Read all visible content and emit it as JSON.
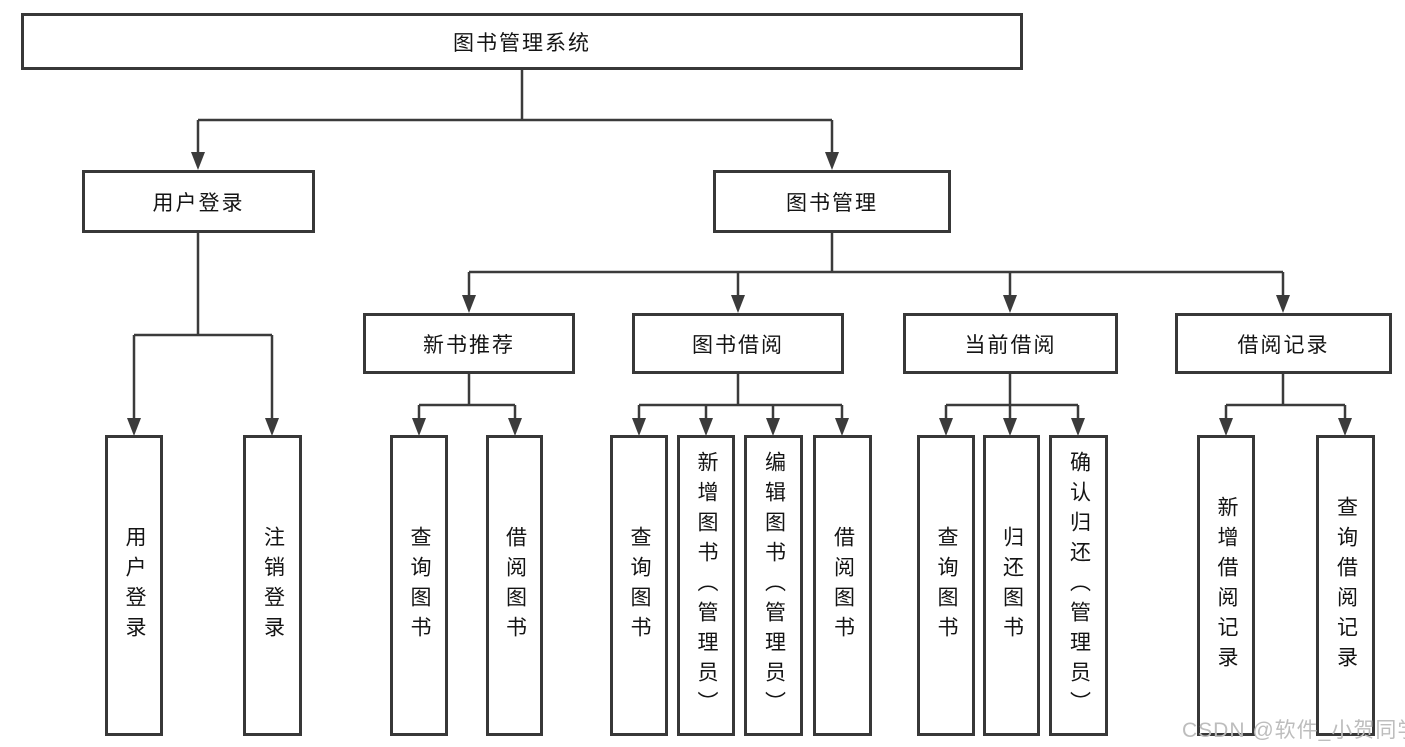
{
  "diagram_title": "图书管理系统",
  "nodes": {
    "root": "图书管理系统",
    "user_login": "用户登录",
    "book_mgmt": "图书管理",
    "new_book_rec": "新书推荐",
    "book_borrow": "图书借阅",
    "current_borrow": "当前借阅",
    "borrow_records": "借阅记录",
    "ul_login": "用户登录",
    "ul_logout": "注销登录",
    "nb_query": "查询图书",
    "nb_borrow": "借阅图书",
    "bb_query": "查询图书",
    "bb_add": "新增图书（管理员）",
    "bb_edit": "编辑图书（管理员）",
    "bb_borrow": "借阅图书",
    "cb_query": "查询图书",
    "cb_return": "归还图书",
    "cb_confirm": "确认归还（管理员）",
    "br_add": "新增借阅记录",
    "br_query": "查询借阅记录"
  },
  "hierarchy": {
    "图书管理系统": {
      "用户登录": [
        "用户登录",
        "注销登录"
      ],
      "图书管理": {
        "新书推荐": [
          "查询图书",
          "借阅图书"
        ],
        "图书借阅": [
          "查询图书",
          "新增图书（管理员）",
          "编辑图书（管理员）",
          "借阅图书"
        ],
        "当前借阅": [
          "查询图书",
          "归还图书",
          "确认归还（管理员）"
        ],
        "借阅记录": [
          "新增借阅记录",
          "查询借阅记录"
        ]
      }
    }
  },
  "watermark": "CSDN @软件_小贺同学",
  "colors": {
    "background": "#ffffff",
    "box_fill": "#ffffff",
    "box_border": "#383838",
    "line": "#3b3b3b",
    "text": "#141414",
    "watermark": "#bdbdbd"
  }
}
